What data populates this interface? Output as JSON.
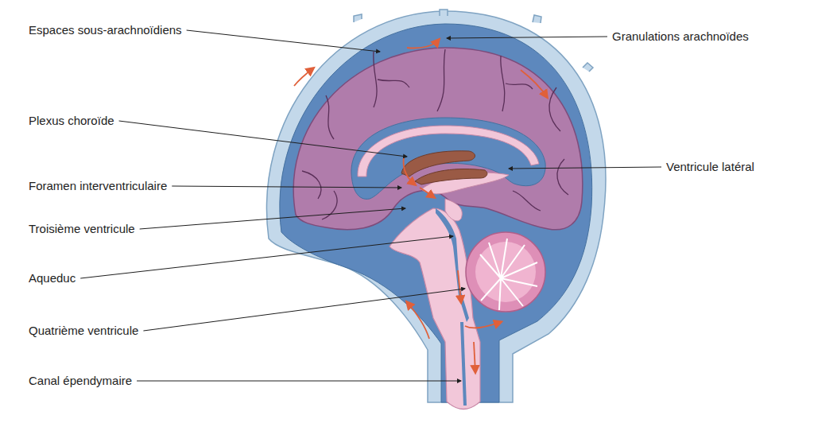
{
  "diagram": {
    "labels": [
      "Espaces sous-arachnoïdiens",
      "Granulations arachnoïdes",
      "Plexus choroïde",
      "Ventricule latéral",
      "Foramen interventriculaire",
      "Troisième ventricule",
      "Aqueduc",
      "Quatrième ventricule",
      "Canal épendymaire"
    ]
  }
}
